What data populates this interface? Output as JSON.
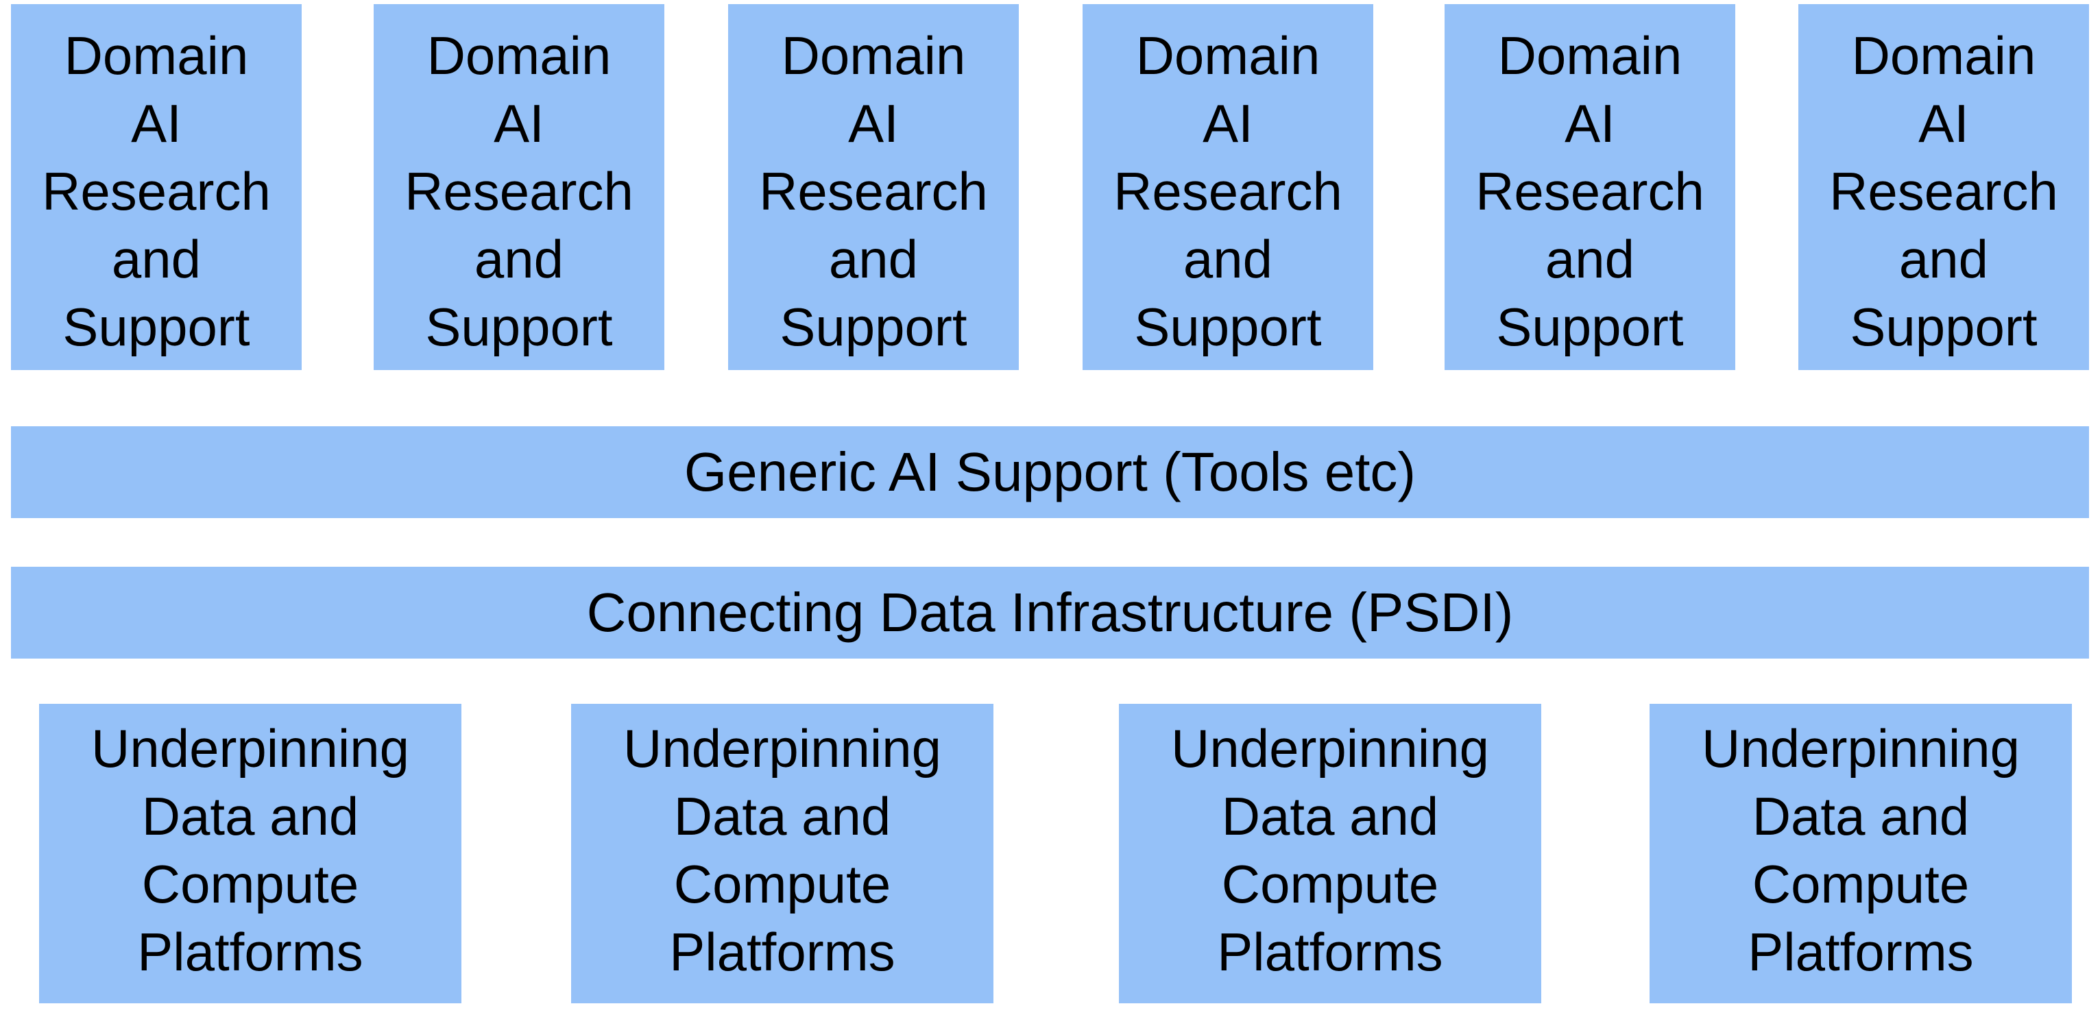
{
  "diagram": {
    "domain_boxes": [
      {
        "label": "Domain\nAI\nResearch\nand\nSupport"
      },
      {
        "label": "Domain\nAI\nResearch\nand\nSupport"
      },
      {
        "label": "Domain\nAI\nResearch\nand\nSupport"
      },
      {
        "label": "Domain\nAI\nResearch\nand\nSupport"
      },
      {
        "label": "Domain\nAI\nResearch\nand\nSupport"
      },
      {
        "label": "Domain\nAI\nResearch\nand\nSupport"
      }
    ],
    "generic_band": {
      "label": "Generic AI Support (Tools etc)"
    },
    "connecting_band": {
      "label": "Connecting Data Infrastructure (PSDI)"
    },
    "platform_boxes": [
      {
        "label": "Underpinning\nData and\nCompute\nPlatforms"
      },
      {
        "label": "Underpinning\nData and\nCompute\nPlatforms"
      },
      {
        "label": "Underpinning\nData and\nCompute\nPlatforms"
      },
      {
        "label": "Underpinning\nData and\nCompute\nPlatforms"
      }
    ],
    "colors": {
      "box_fill": "#95c1f8",
      "text": "#000000",
      "background": "#ffffff"
    }
  }
}
